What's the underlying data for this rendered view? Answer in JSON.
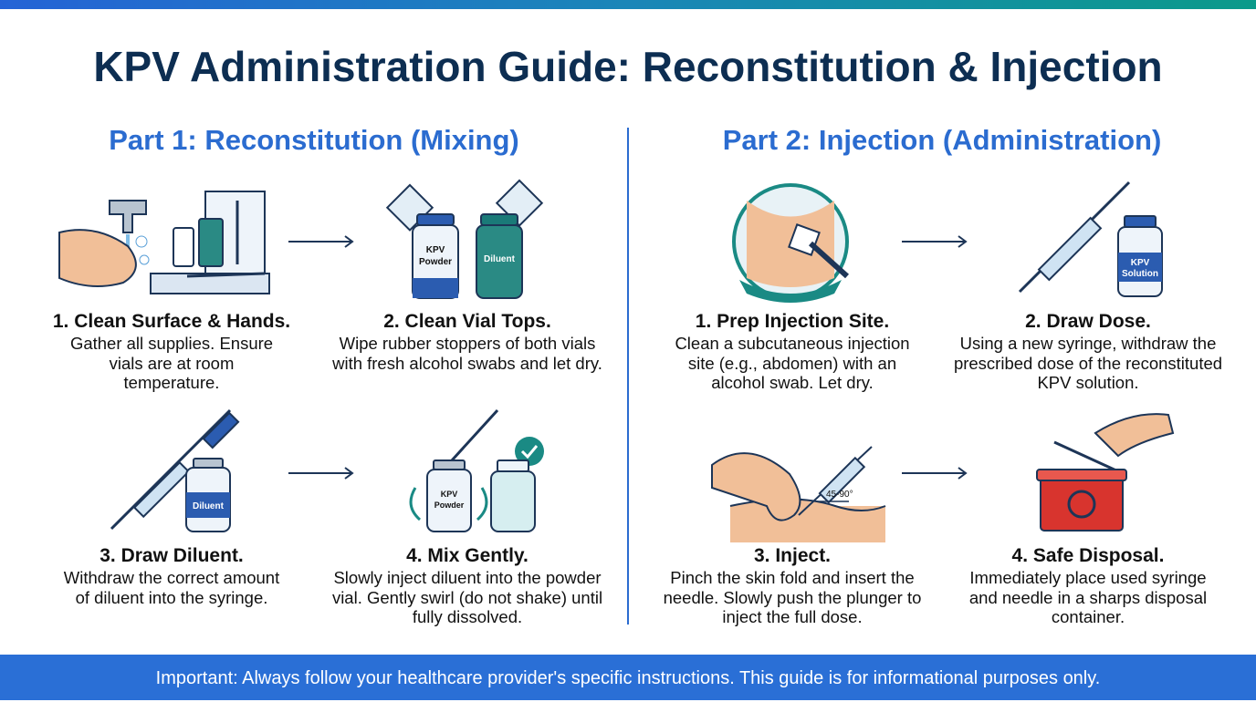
{
  "title": "KPV Administration Guide: Reconstitution & Injection",
  "part1": {
    "heading": "Part 1: Reconstitution (Mixing)",
    "steps": [
      {
        "title": "1. Clean Surface & Hands.",
        "desc": "Gather all supplies. Ensure vials are at room temperature."
      },
      {
        "title": "2. Clean Vial Tops.",
        "desc": "Wipe rubber stoppers of both vials with fresh alcohol swabs and let dry.",
        "vial1": [
          "KPV",
          "Powder"
        ],
        "vial2": "Diluent"
      },
      {
        "title": "3. Draw Diluent.",
        "desc": "Withdraw the correct amount of diluent into the syringe.",
        "vial": "Diluent"
      },
      {
        "title": "4. Mix Gently.",
        "desc": "Slowly inject diluent into the powder vial. Gently swirl (do not shake) until fully dissolved.",
        "vial": [
          "KPV",
          "Powder"
        ]
      }
    ]
  },
  "part2": {
    "heading": "Part 2: Injection (Administration)",
    "steps": [
      {
        "title": "1. Prep Injection Site.",
        "desc": "Clean a subcutaneous injection site (e.g., abdomen) with an alcohol swab. Let dry."
      },
      {
        "title": "2. Draw Dose.",
        "desc": "Using a new syringe, withdraw the prescribed dose of the reconstituted KPV solution.",
        "vial": [
          "KPV",
          "Solution"
        ]
      },
      {
        "title": "3. Inject.",
        "desc": "Pinch the skin fold and insert the needle. Slowly push the plunger to inject the full dose.",
        "angle": "45-90°"
      },
      {
        "title": "4. Safe Disposal.",
        "desc": "Immediately place used syringe and needle in a sharps disposal container."
      }
    ]
  },
  "footer": "Important: Always follow your healthcare provider's specific instructions. This guide is for informational purposes only.",
  "colors": {
    "title": "#0d2e52",
    "accent": "#2b6cd0",
    "teal": "#1a8a8a",
    "footer": "#2a6fd6"
  }
}
